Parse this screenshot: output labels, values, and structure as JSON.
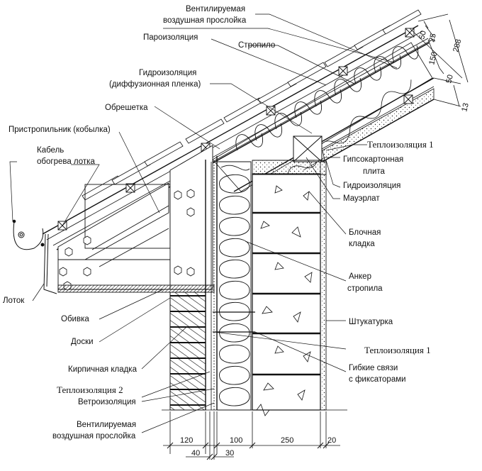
{
  "labels": {
    "vent_gap_top": [
      "Вентилируемая",
      "воздушная прослойка"
    ],
    "vapor_barrier": "Пароизоляция",
    "rafter": "Стропило",
    "waterproofing_membrane": [
      "Гидроизоляция",
      "(диффузионная пленка)"
    ],
    "lathing": "Обрешетка",
    "rafter_extension": "Пристропильник (кобылка)",
    "heating_cable": [
      "Кабель",
      "обогрева лотка"
    ],
    "insulation_roof": "Теплоизоляция 1",
    "gypsum_board": [
      "Гипсокартонная",
      "плита"
    ],
    "waterproofing": "Гидроизоляция",
    "mauerlat": "Мауэрлат",
    "gutter": "Лоток",
    "block_masonry": [
      "Блочная",
      "кладка"
    ],
    "rafter_anchor": [
      "Анкер",
      "стропила"
    ],
    "lining": "Обивка",
    "boards": "Доски",
    "plaster": "Штукатурка",
    "insulation_wall": "Теплоизоляция 1",
    "brick_masonry": "Кирпичная кладка",
    "flexible_ties": [
      "Гибкие связи",
      "с фиксаторами"
    ],
    "insulation_2": "Теплоизоляция 2",
    "wind_barrier": "Ветроизоляция",
    "vent_gap_bottom": [
      "Вентилируемая",
      "воздушная прослойка"
    ]
  },
  "dimensions": {
    "roof": [
      "50",
      "25",
      "150",
      "50",
      "288",
      "13"
    ],
    "wall_top": [
      "120",
      "100",
      "250",
      "20"
    ],
    "wall_bottom": [
      "40",
      "30"
    ]
  }
}
